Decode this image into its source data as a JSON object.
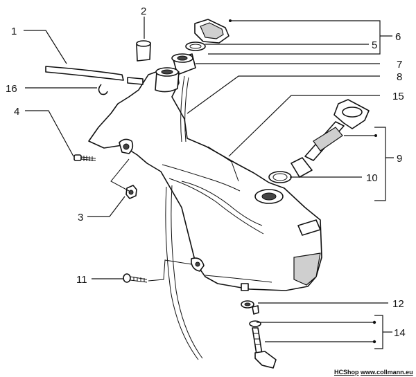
{
  "callouts": [
    {
      "id": "c1",
      "text": "1"
    },
    {
      "id": "c2",
      "text": "2"
    },
    {
      "id": "c3",
      "text": "3"
    },
    {
      "id": "c4",
      "text": "4"
    },
    {
      "id": "c5",
      "text": "5"
    },
    {
      "id": "c6",
      "text": "6"
    },
    {
      "id": "c7",
      "text": "7"
    },
    {
      "id": "c8",
      "text": "8"
    },
    {
      "id": "c9",
      "text": "9"
    },
    {
      "id": "c10",
      "text": "10"
    },
    {
      "id": "c11",
      "text": "11"
    },
    {
      "id": "c12",
      "text": "12"
    },
    {
      "id": "c14",
      "text": "14"
    },
    {
      "id": "c15",
      "text": "15"
    },
    {
      "id": "c16",
      "text": "16"
    }
  ],
  "credit": {
    "shop": "HCShop",
    "url": "www.collmann.eu"
  }
}
